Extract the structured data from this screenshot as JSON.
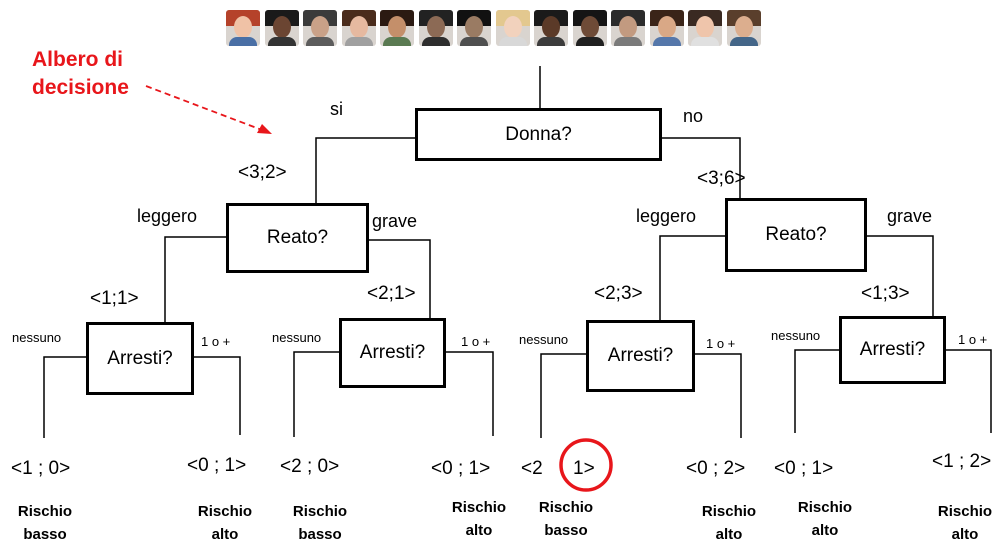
{
  "title": "Albero di\ndecisione",
  "title_lines": [
    "Albero di",
    "decisione"
  ],
  "colors": {
    "accent": "#e8161b",
    "lines": "#000000"
  },
  "faces": [
    {
      "hair": "#b5422a",
      "skin": "#f0c2a6",
      "body": "#4a6fa5"
    },
    {
      "hair": "#1a1a1a",
      "skin": "#6b4532",
      "body": "#333333"
    },
    {
      "hair": "#3b3b3b",
      "skin": "#c9a188",
      "body": "#5c5c5c"
    },
    {
      "hair": "#4a2c1c",
      "skin": "#e6b9a0",
      "body": "#a0a0a0"
    },
    {
      "hair": "#2b1a12",
      "skin": "#c48f6a",
      "body": "#5a7a52"
    },
    {
      "hair": "#222222",
      "skin": "#8c6a55",
      "body": "#2e2e2e"
    },
    {
      "hair": "#111111",
      "skin": "#9a7b63",
      "body": "#4f4f4f"
    },
    {
      "hair": "#e3c88f",
      "skin": "#f2d2bd",
      "body": "#d8d8d8"
    },
    {
      "hair": "#1a1a1a",
      "skin": "#5b3a28",
      "body": "#3c3c3c"
    },
    {
      "hair": "#151515",
      "skin": "#6e4b37",
      "body": "#202020"
    },
    {
      "hair": "#2b2b2b",
      "skin": "#c29a80",
      "body": "#7a7a7a"
    },
    {
      "hair": "#3a2418",
      "skin": "#d9a886",
      "body": "#5577aa"
    },
    {
      "hair": "#3a2a22",
      "skin": "#efc5ab",
      "body": "#e0e0e0"
    },
    {
      "hair": "#5a3f2c",
      "skin": "#dcae8e",
      "body": "#446688"
    }
  ],
  "root": {
    "question": "Donna?",
    "yes": "si",
    "no": "no"
  },
  "left": {
    "count": "<3;2>",
    "question": "Reato?",
    "light": "leggero",
    "severe": "grave",
    "light_branch": {
      "count": "<1;1>",
      "question": "Arresti?",
      "none": "nessuno",
      "one_plus": "1 o +",
      "leaf_none": "<1 ; 0>",
      "risk_none": [
        "Rischio",
        "basso"
      ],
      "leaf_plus": "<0 ; 1>",
      "risk_plus": [
        "Rischio",
        "alto"
      ]
    },
    "severe_branch": {
      "count": "<2;1>",
      "question": "Arresti?",
      "none": "nessuno",
      "one_plus": "1 o +",
      "leaf_none": "<2 ; 0>",
      "risk_none": [
        "Rischio",
        "basso"
      ],
      "leaf_plus": "<0 ; 1>",
      "risk_plus": [
        "Rischio",
        "alto"
      ]
    }
  },
  "right": {
    "count": "<3;6>",
    "question": "Reato?",
    "light": "leggero",
    "severe": "grave",
    "light_branch": {
      "count": "<2;3>",
      "question": "Arresti?",
      "none": "nessuno",
      "one_plus": "1 o +",
      "leaf_none_a": "<2",
      "leaf_none_b": "1>",
      "risk_none": [
        "Rischio",
        "basso"
      ],
      "leaf_plus": "<0 ; 2>",
      "risk_plus": [
        "Rischio",
        "alto"
      ]
    },
    "severe_branch": {
      "count": "<1;3>",
      "question": "Arresti?",
      "none": "nessuno",
      "one_plus": "1 o +",
      "leaf_none": "<0 ; 1>",
      "risk_none": [
        "Rischio",
        "alto"
      ],
      "leaf_plus": "<1 ; 2>",
      "risk_plus": [
        "Rischio",
        "alto"
      ]
    }
  }
}
